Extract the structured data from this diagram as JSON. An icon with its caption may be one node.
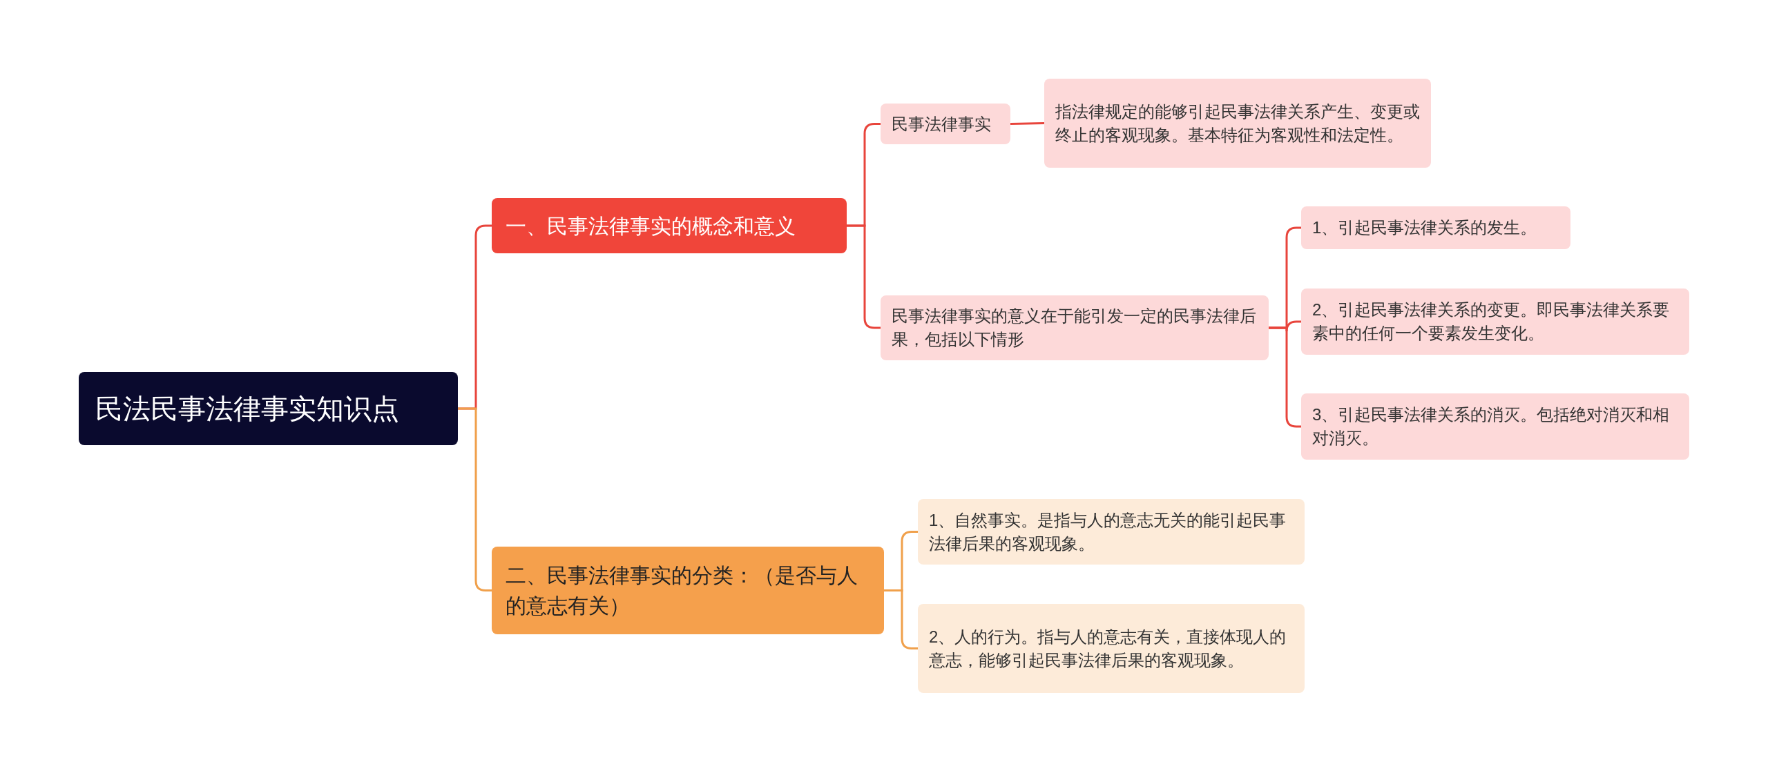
{
  "diagram": {
    "nodes": [
      {
        "text": [
          "民法民事法律事实知识点"
        ]
      },
      {
        "text": [
          "一、民事法律事实的概念和意义"
        ]
      },
      {
        "text": [
          "民事法律事实"
        ]
      },
      {
        "text": [
          "指法律规定的能够引起民事法律关系产生、变更或终止的客观现象。基本特征为客观性和法定性。"
        ]
      },
      {
        "text": [
          "民事法律事实的意义在于能引发一定的民事法律后果，包括以下情形"
        ]
      },
      {
        "text": [
          "1、引起民事法律关系的发生。"
        ]
      },
      {
        "text": [
          "2、引起民事法律关系的变更。即民事法律关系要素中的任何一个要素发生变化。"
        ]
      },
      {
        "text": [
          "3、引起民事法律关系的消灭。包括绝对消灭和相对消灭。"
        ]
      },
      {
        "text": [
          "二、民事法律事实的分类：（是否与人的意志有关）"
        ]
      },
      {
        "text": [
          "1、自然事实。是指与人的意志无关的能引起民事法律后果的客观现象。"
        ]
      },
      {
        "text": [
          "2、人的行为。指与人的意志有关，直接体现人的意志，能够引起民事法律后果的客观现象。"
        ]
      }
    ],
    "edges": [
      {
        "from": 0,
        "to": 1,
        "arrow": "none"
      },
      {
        "from": 1,
        "to": 2,
        "arrow": "none"
      },
      {
        "from": 2,
        "to": 3,
        "arrow": "none"
      },
      {
        "from": 1,
        "to": 4,
        "arrow": "none"
      },
      {
        "from": 4,
        "to": 5,
        "arrow": "none"
      },
      {
        "from": 4,
        "to": 6,
        "arrow": "none"
      },
      {
        "from": 4,
        "to": 7,
        "arrow": "none"
      },
      {
        "from": 0,
        "to": 8,
        "arrow": "none",
        "color": "#f0a04b"
      },
      {
        "from": 8,
        "to": 9,
        "arrow": "none",
        "color": "#f0a04b"
      },
      {
        "from": 8,
        "to": 10,
        "arrow": "none",
        "color": "#f0a04b"
      }
    ]
  }
}
